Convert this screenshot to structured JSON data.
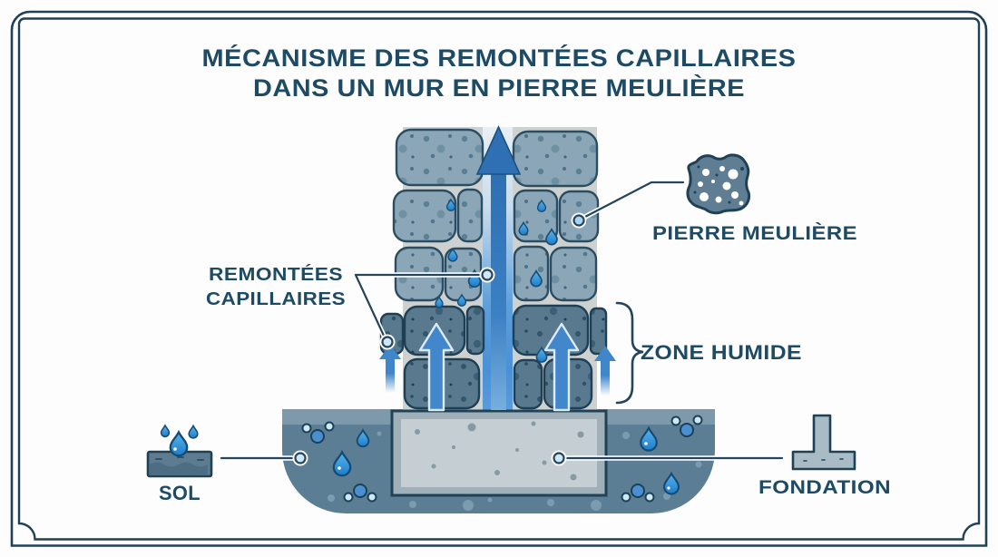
{
  "title": {
    "line1": "MÉCANISME DES REMONTÉES CAPILLAIRES",
    "line2": "DANS UN MUR EN PIERRE MEULIÈRE"
  },
  "labels": {
    "capillary_line1": "REMONTÉES",
    "capillary_line2": "CAPILLAIRES",
    "millstone": "PIERRE MEULIÈRE",
    "damp_zone": "ZONE HUMIDE",
    "soil": "SOL",
    "foundation": "FONDATION"
  },
  "icons": {
    "millstone": "millstone-block-icon",
    "soil": "soil-with-drops-icon",
    "foundation": "foundation-tee-icon",
    "capillary": "up-arrow-icon",
    "water": "water-drop-icon",
    "molecule": "water-molecule-icon"
  },
  "colors": {
    "navy_text": "#1d4a64",
    "frame": "#1f4156",
    "stone_light": "#8ba7b7",
    "stone_dark": "#597a8e",
    "mortar": "#cdd2d0",
    "channel_blue": "#4a90d6",
    "arrow_blue": "#3f86ca",
    "water_blue": "#2f97e0",
    "ground": "#5b7e95",
    "ground_band": "#7e99ab",
    "foundation_fill": "#c5cfd3"
  }
}
